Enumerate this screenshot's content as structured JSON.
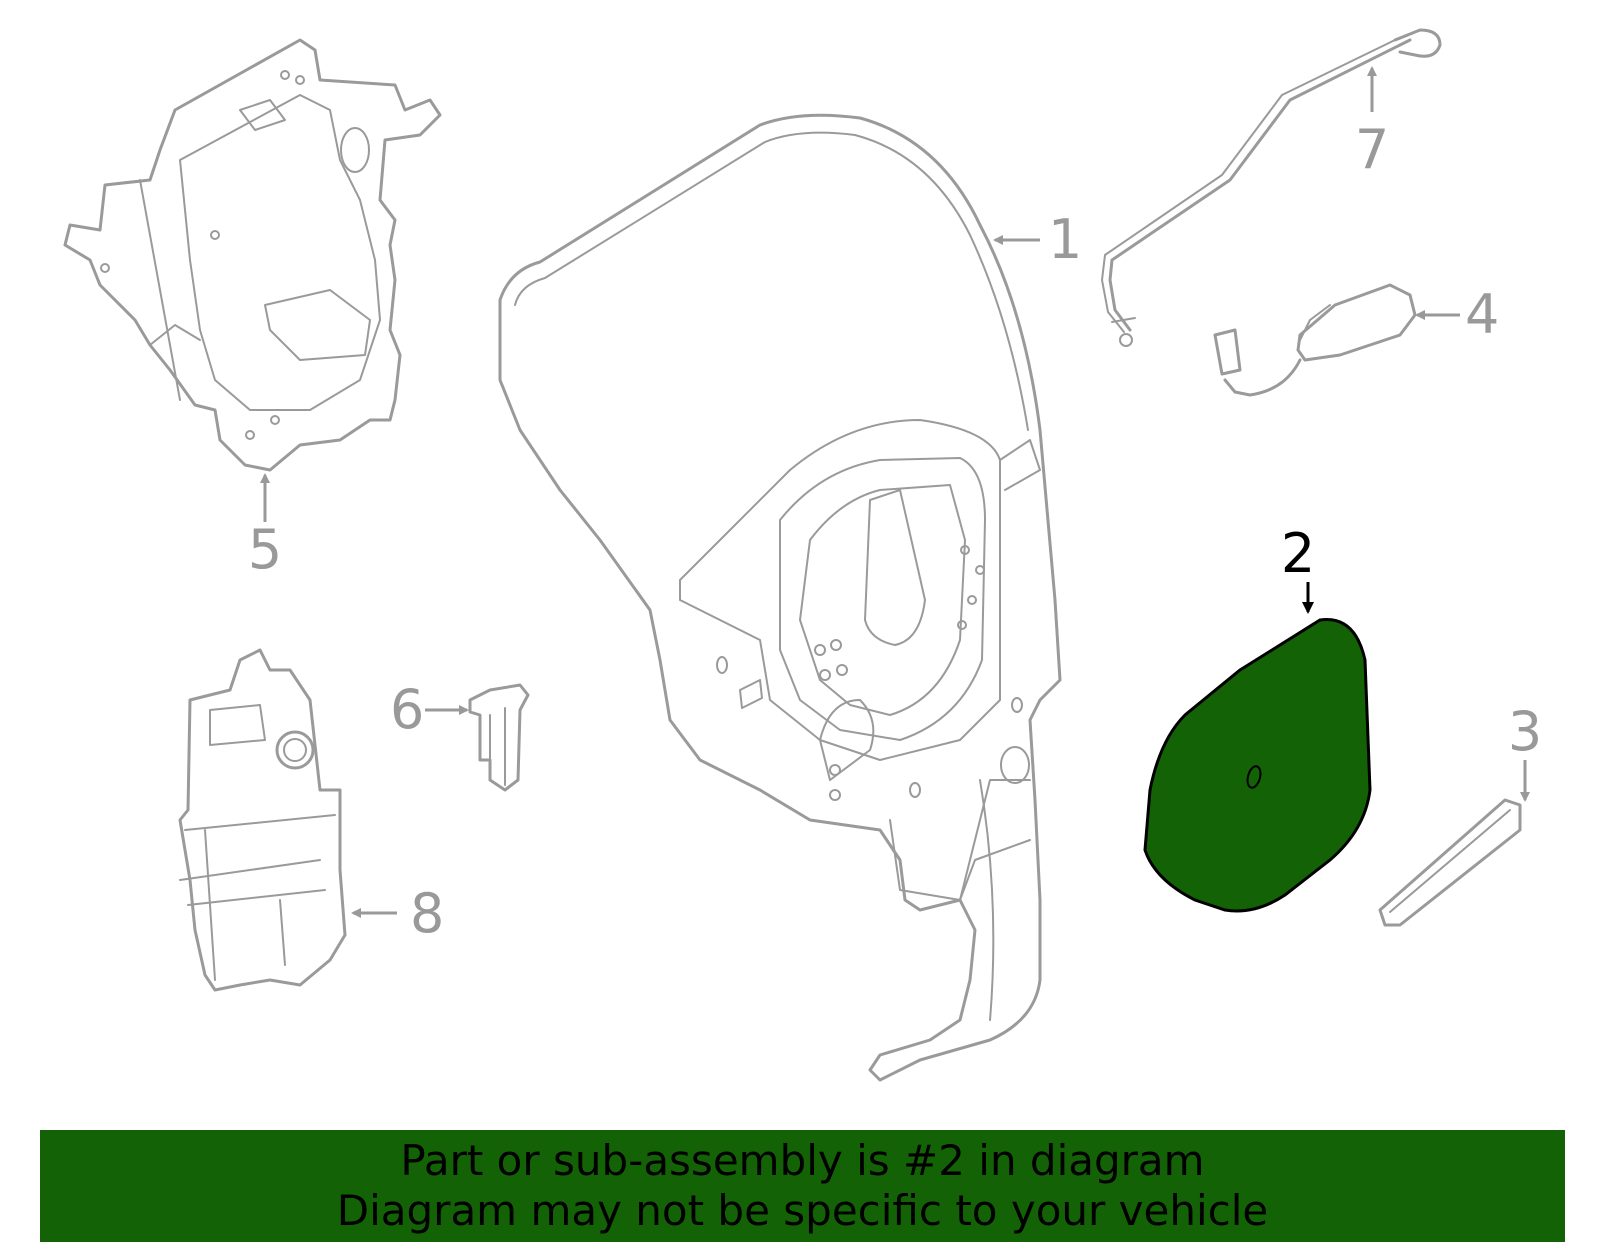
{
  "diagram": {
    "highlight_color": "#136206",
    "outline_color": "#9a9a9a",
    "highlighted_part": "2",
    "callouts": [
      {
        "id": "1",
        "label": "1"
      },
      {
        "id": "2",
        "label": "2"
      },
      {
        "id": "3",
        "label": "3"
      },
      {
        "id": "4",
        "label": "4"
      },
      {
        "id": "5",
        "label": "5"
      },
      {
        "id": "6",
        "label": "6"
      },
      {
        "id": "7",
        "label": "7"
      },
      {
        "id": "8",
        "label": "8"
      }
    ]
  },
  "banner": {
    "line1": "Part or sub-assembly is #2 in diagram",
    "line2": "Diagram may not be specific to your vehicle"
  }
}
